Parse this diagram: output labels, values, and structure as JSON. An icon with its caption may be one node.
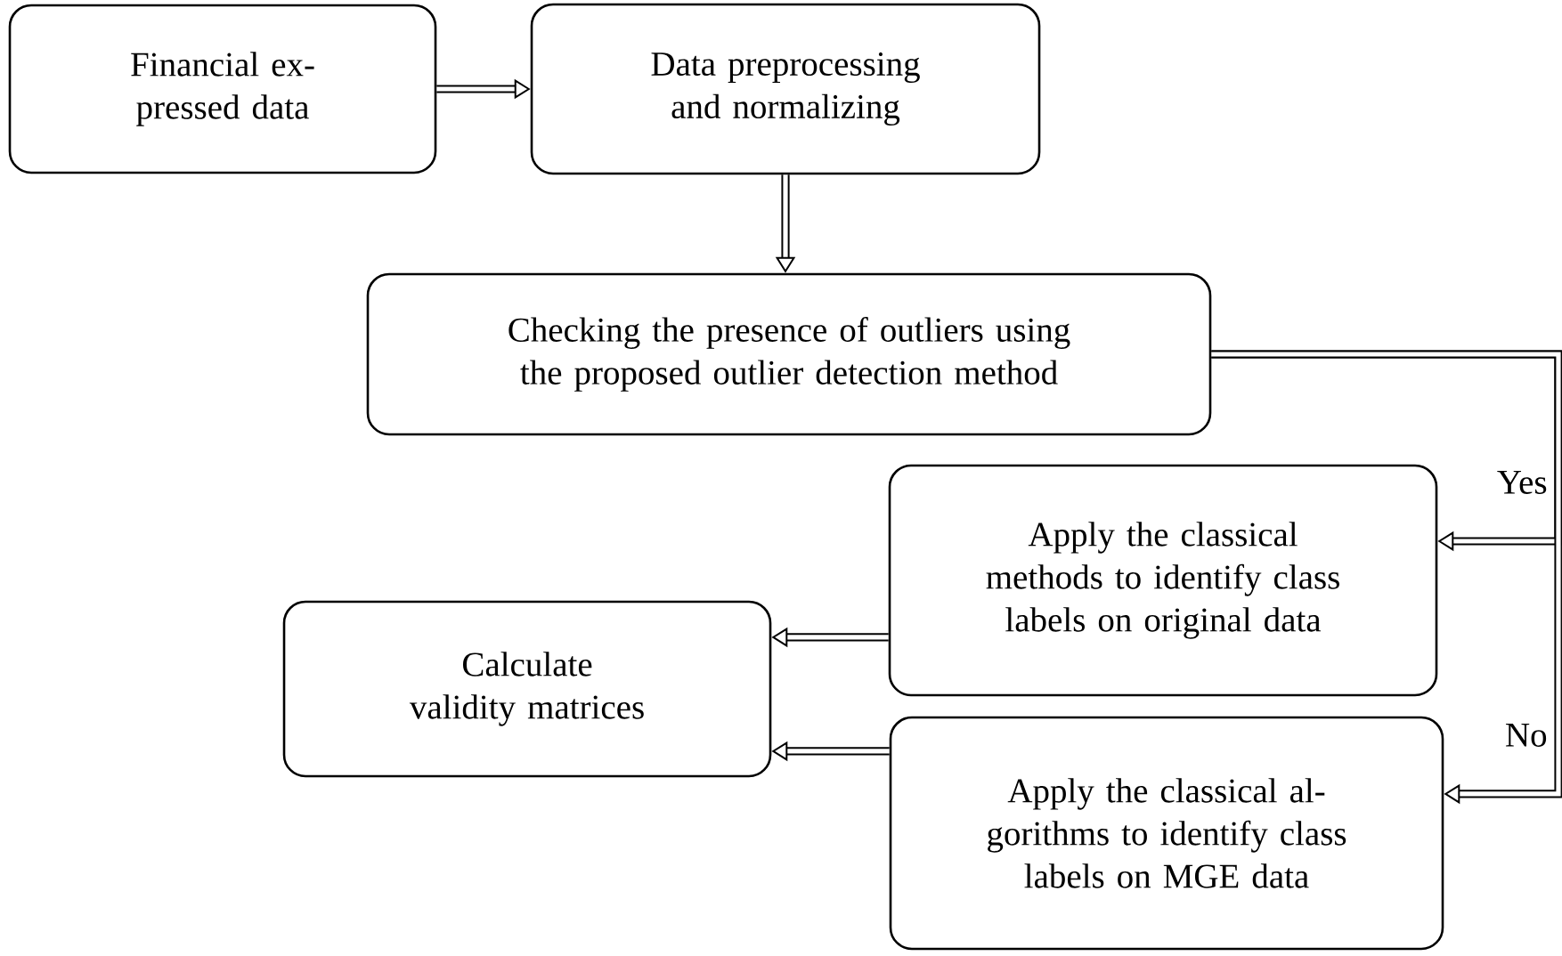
{
  "diagram": {
    "nodes": [
      {
        "text": [
          "Financial ex- pressed data"
        ]
      },
      {
        "text": [
          "Data preprocessing and normalizing"
        ]
      },
      {
        "text": [
          "Checking the presence of outliers using the proposed outlier detection method"
        ]
      },
      {
        "text": [
          "Apply the classical methods to identify class labels on original data"
        ]
      },
      {
        "text": [
          "Calculate validity matrices"
        ]
      },
      {
        "text": [
          "Apply the classical al- gorithms to identify class labels on MGE data"
        ]
      }
    ],
    "edges": [
      {
        "from": 0,
        "to": 1,
        "arrow": "to"
      },
      {
        "from": 1,
        "to": 2,
        "arrow": "to"
      },
      {
        "from": 2,
        "to": 3,
        "arrow": "to",
        "label": "Yes"
      },
      {
        "from": 2,
        "to": 5,
        "arrow": "to",
        "label": "No"
      },
      {
        "from": 3,
        "to": 4,
        "arrow": "to"
      },
      {
        "from": 5,
        "to": 4,
        "arrow": "to"
      }
    ]
  }
}
